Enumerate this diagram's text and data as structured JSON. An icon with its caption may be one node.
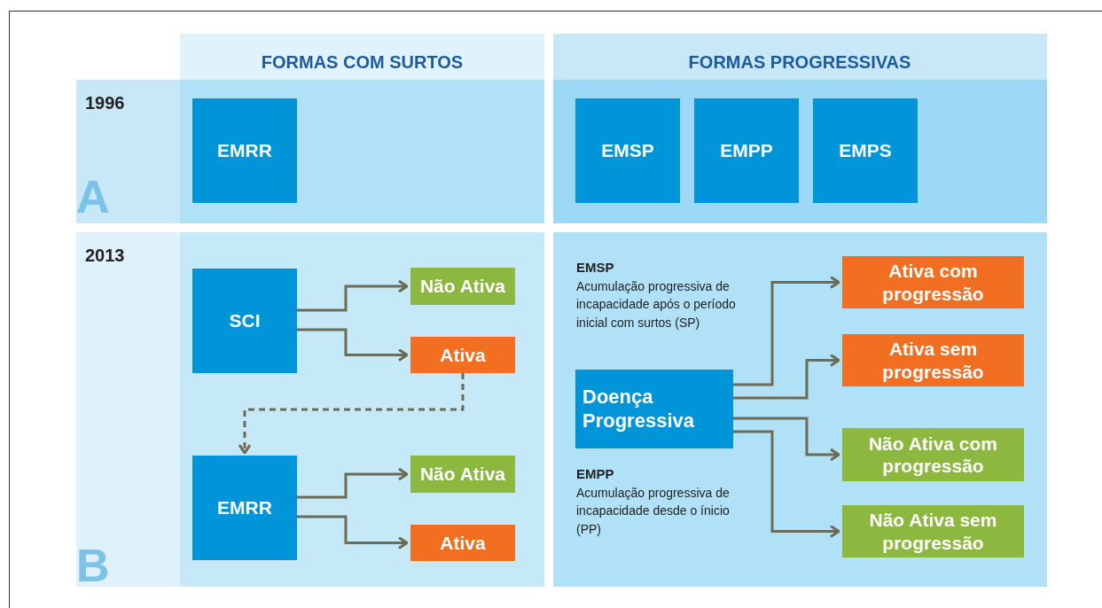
{
  "diagram": {
    "nodes": [
      {
        "text": [
          "EMRR"
        ]
      },
      {
        "text": [
          "EMSP"
        ]
      },
      {
        "text": [
          "EMPP"
        ]
      },
      {
        "text": [
          "EMPS"
        ]
      },
      {
        "text": [
          "SCI"
        ]
      },
      {
        "text": [
          "Não Ativa"
        ]
      },
      {
        "text": [
          "Ativa"
        ]
      },
      {
        "text": [
          "EMRR"
        ]
      },
      {
        "text": [
          "Não Ativa"
        ]
      },
      {
        "text": [
          "Ativa"
        ]
      },
      {
        "text": [
          "Doença Progressiva"
        ]
      },
      {
        "text": [
          "Ativa com progressão"
        ]
      },
      {
        "text": [
          "Ativa sem progressão"
        ]
      },
      {
        "text": [
          "Não Ativa com progressão"
        ]
      },
      {
        "text": [
          "Não Ativa sem progressão"
        ]
      }
    ],
    "edges": [
      {
        "from": 4,
        "to": 5,
        "arrow": "to"
      },
      {
        "from": 4,
        "to": 6,
        "arrow": "to"
      },
      {
        "from": 6,
        "to": 7,
        "arrow": "to",
        "style": "dashed"
      },
      {
        "from": 7,
        "to": 8,
        "arrow": "to"
      },
      {
        "from": 7,
        "to": 9,
        "arrow": "to"
      },
      {
        "from": 10,
        "to": 11,
        "arrow": "to"
      },
      {
        "from": 10,
        "to": 12,
        "arrow": "to"
      },
      {
        "from": 10,
        "to": 13,
        "arrow": "to"
      },
      {
        "from": 10,
        "to": 14,
        "arrow": "to"
      }
    ],
    "labels": [
      "FORMAS COM SURTOS",
      "FORMAS PROGRESSIVAS",
      "1996",
      "A",
      "2013",
      "EMSP",
      "Acumulação progressiva de incapacidade após o período inicial com surtos (SP)",
      "EMPP",
      "Acumulação progressiva de incapacidade desde o ínicio (PP)",
      "B"
    ]
  }
}
